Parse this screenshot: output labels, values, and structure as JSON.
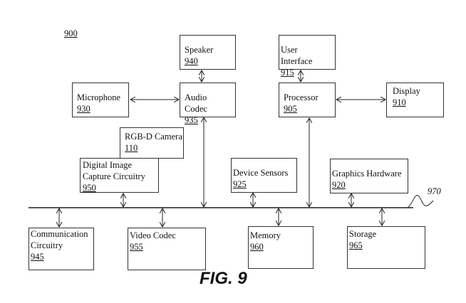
{
  "figure": {
    "reference": "900",
    "title": "FIG. 9",
    "bus_label": "970"
  },
  "blocks": {
    "speaker": {
      "label": "Speaker",
      "number": "940"
    },
    "microphone": {
      "label": "Microphone",
      "number": "930"
    },
    "audio_codec": {
      "label": "Audio Codec",
      "number": "935"
    },
    "user_interface": {
      "label": "User Interface",
      "number": "915"
    },
    "processor": {
      "label": "Processor",
      "number": "905"
    },
    "display": {
      "label": "Display",
      "number": "910"
    },
    "rgbd_camera": {
      "label": "RGB-D Camera",
      "number": "110"
    },
    "digital_image": {
      "label": "Digital Image Capture Circuitry",
      "number": "950"
    },
    "device_sensors": {
      "label": "Device Sensors",
      "number": "925"
    },
    "graphics": {
      "label": "Graphics Hardware",
      "number": "920"
    },
    "communication": {
      "label": "Communication Circuitry",
      "number": "945"
    },
    "video_codec": {
      "label": "Video Codec",
      "number": "955"
    },
    "memory": {
      "label": "Memory",
      "number": "960"
    },
    "storage": {
      "label": "Storage",
      "number": "965"
    }
  }
}
